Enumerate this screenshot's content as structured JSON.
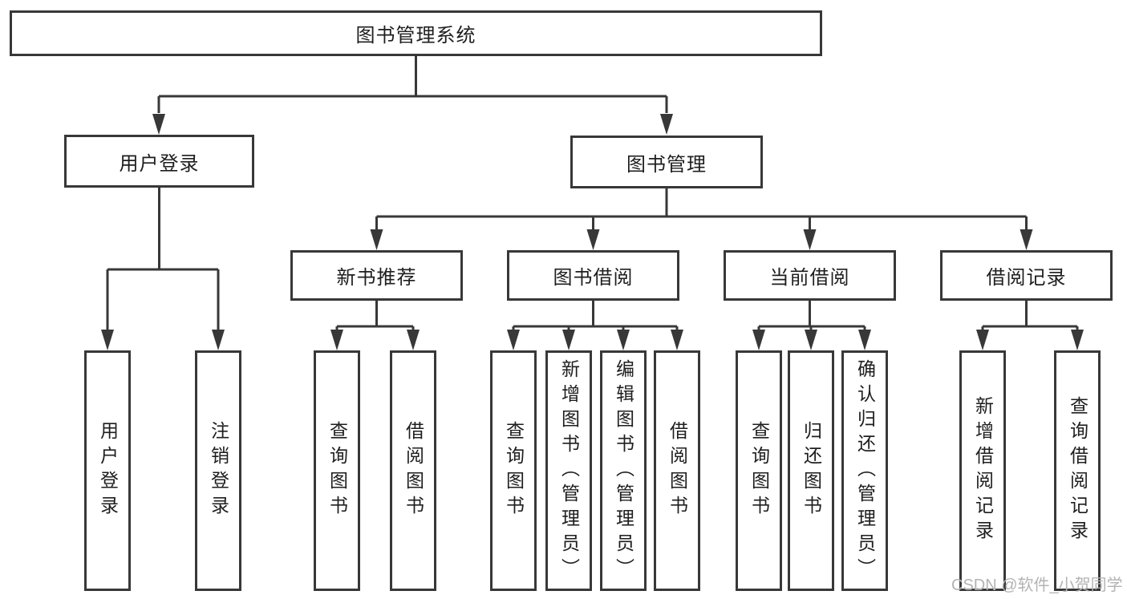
{
  "diagram": {
    "root": {
      "label": "图书管理系统"
    },
    "user_login": {
      "label": "用户登录",
      "children": [
        {
          "label": "用户登录"
        },
        {
          "label": "注销登录"
        }
      ]
    },
    "book_management": {
      "label": "图书管理",
      "groups": [
        {
          "label": "新书推荐",
          "children": [
            {
              "label": "查询图书"
            },
            {
              "label": "借阅图书"
            }
          ]
        },
        {
          "label": "图书借阅",
          "children": [
            {
              "label": "查询图书"
            },
            {
              "label": "新增图书（管理员）"
            },
            {
              "label": "编辑图书（管理员）"
            },
            {
              "label": "借阅图书"
            }
          ]
        },
        {
          "label": "当前借阅",
          "children": [
            {
              "label": "查询图书"
            },
            {
              "label": "归还图书"
            },
            {
              "label": "确认归还（管理员）"
            }
          ]
        },
        {
          "label": "借阅记录",
          "children": [
            {
              "label": "新增借阅记录"
            },
            {
              "label": "查询借阅记录"
            }
          ]
        }
      ]
    }
  },
  "watermark": {
    "text": "CSDN @软件_小贺同学"
  },
  "colors": {
    "line": "#383838",
    "text": "#1e1e1e",
    "watermark": "#b3b3b3",
    "background": "#ffffff"
  }
}
